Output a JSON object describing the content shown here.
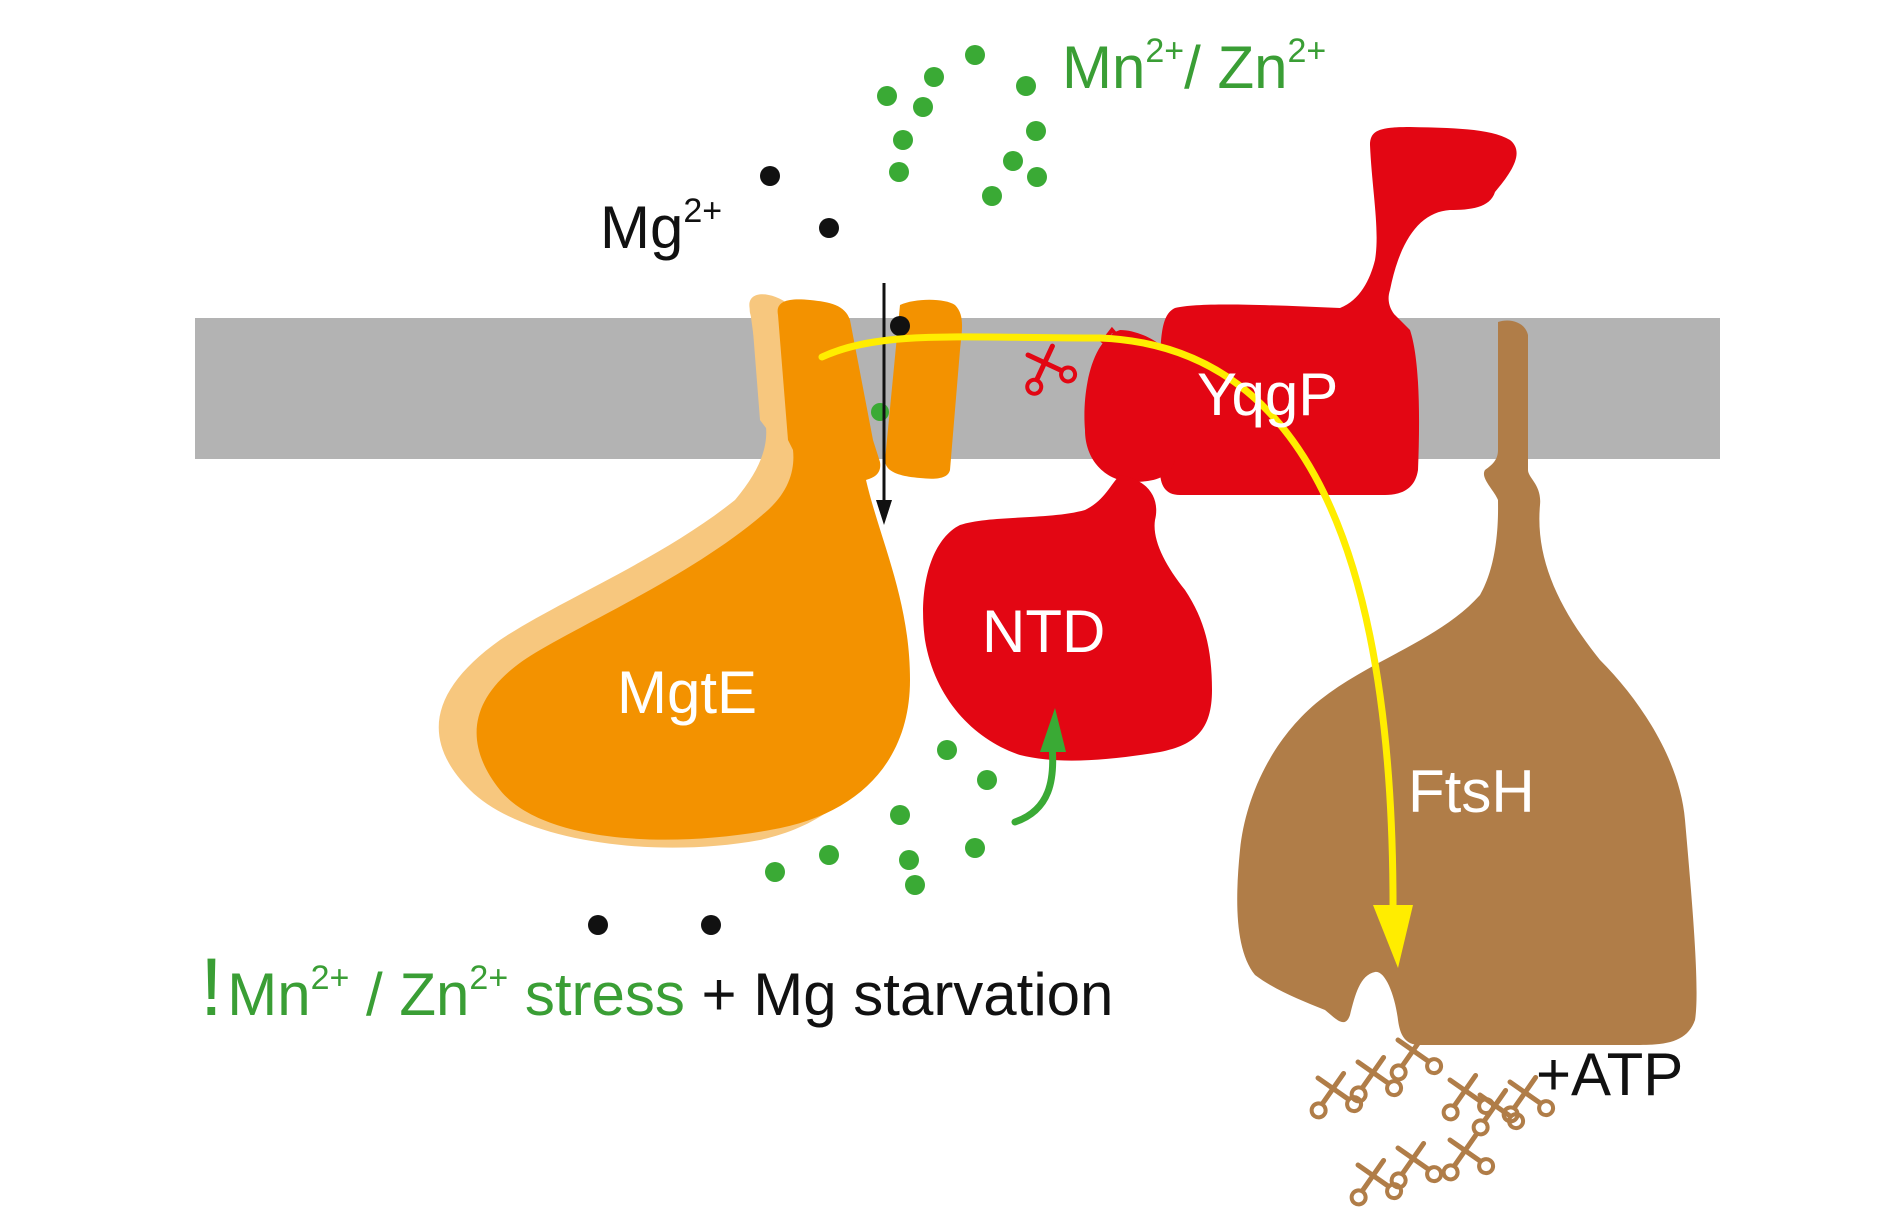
{
  "colors": {
    "membrane": "#b3b3b3",
    "mgte": "#f39200",
    "mgte_shadow": "#f7c77e",
    "yqgp": "#e30613",
    "ftsh": "#b07d48",
    "ion_green": "#3aaa35",
    "ion_black": "#111111",
    "arrow_yellow": "#ffed00",
    "text_green": "#3a9e35"
  },
  "labels": {
    "mn_zn_top": {
      "mn": "Mn",
      "mn_sup": "2+",
      "sep": "/ Zn",
      "zn_sup": "2+"
    },
    "mg": {
      "base": "Mg",
      "sup": "2+"
    },
    "mgte": "MgtE",
    "ntd": "NTD",
    "yqgp": "YqgP",
    "ftsh": "FtsH",
    "atp": "+ATP",
    "stress": {
      "exclaim": "!",
      "mn": "Mn",
      "mn_sup": "2+",
      "zn": " / Zn",
      "zn_sup": "2+",
      "stress_word": " stress",
      "starvation": " + Mg starvation"
    }
  },
  "icons": [
    "scissors-icon",
    "ion-dot",
    "arrow"
  ]
}
